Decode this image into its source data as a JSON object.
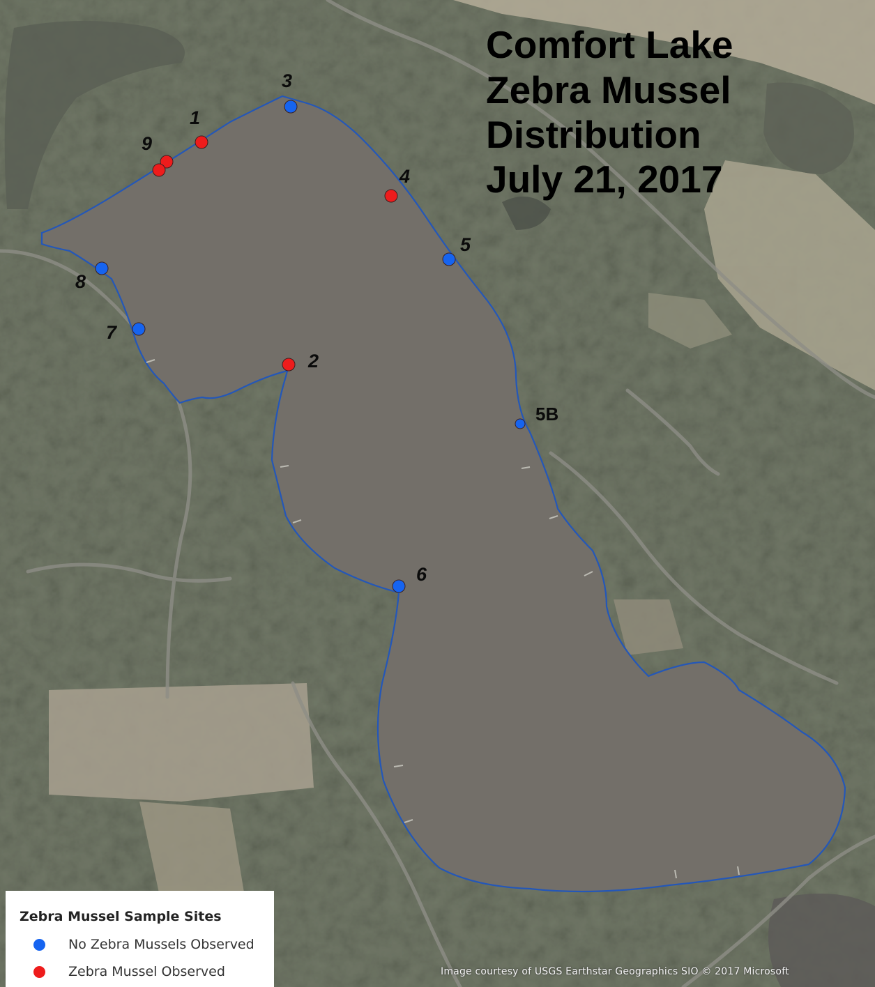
{
  "title": {
    "lines": [
      "Comfort Lake",
      "Zebra Mussel",
      "Distribution",
      "July 21, 2017"
    ]
  },
  "legend": {
    "title": "Zebra Mussel Sample Sites",
    "items": [
      {
        "label": "No Zebra Mussels Observed",
        "color": "#1664f0"
      },
      {
        "label": "Zebra Mussel Observed",
        "color": "#ee1c1c"
      }
    ]
  },
  "sites": [
    {
      "label": "1",
      "status": "observed"
    },
    {
      "label": "2",
      "status": "observed"
    },
    {
      "label": "3",
      "status": "none"
    },
    {
      "label": "4",
      "status": "observed"
    },
    {
      "label": "5",
      "status": "none"
    },
    {
      "label": "5B",
      "status": "none"
    },
    {
      "label": "6",
      "status": "none"
    },
    {
      "label": "7",
      "status": "none"
    },
    {
      "label": "8",
      "status": "none"
    },
    {
      "label": "9",
      "status": "observed"
    }
  ],
  "credit": "Image courtesy of USGS Earthstar Geographics  SIO © 2017 Microsoft",
  "colors": {
    "lake_water": "#716d68",
    "shoreline": "#2457b8",
    "terrain": "#6f7566"
  }
}
